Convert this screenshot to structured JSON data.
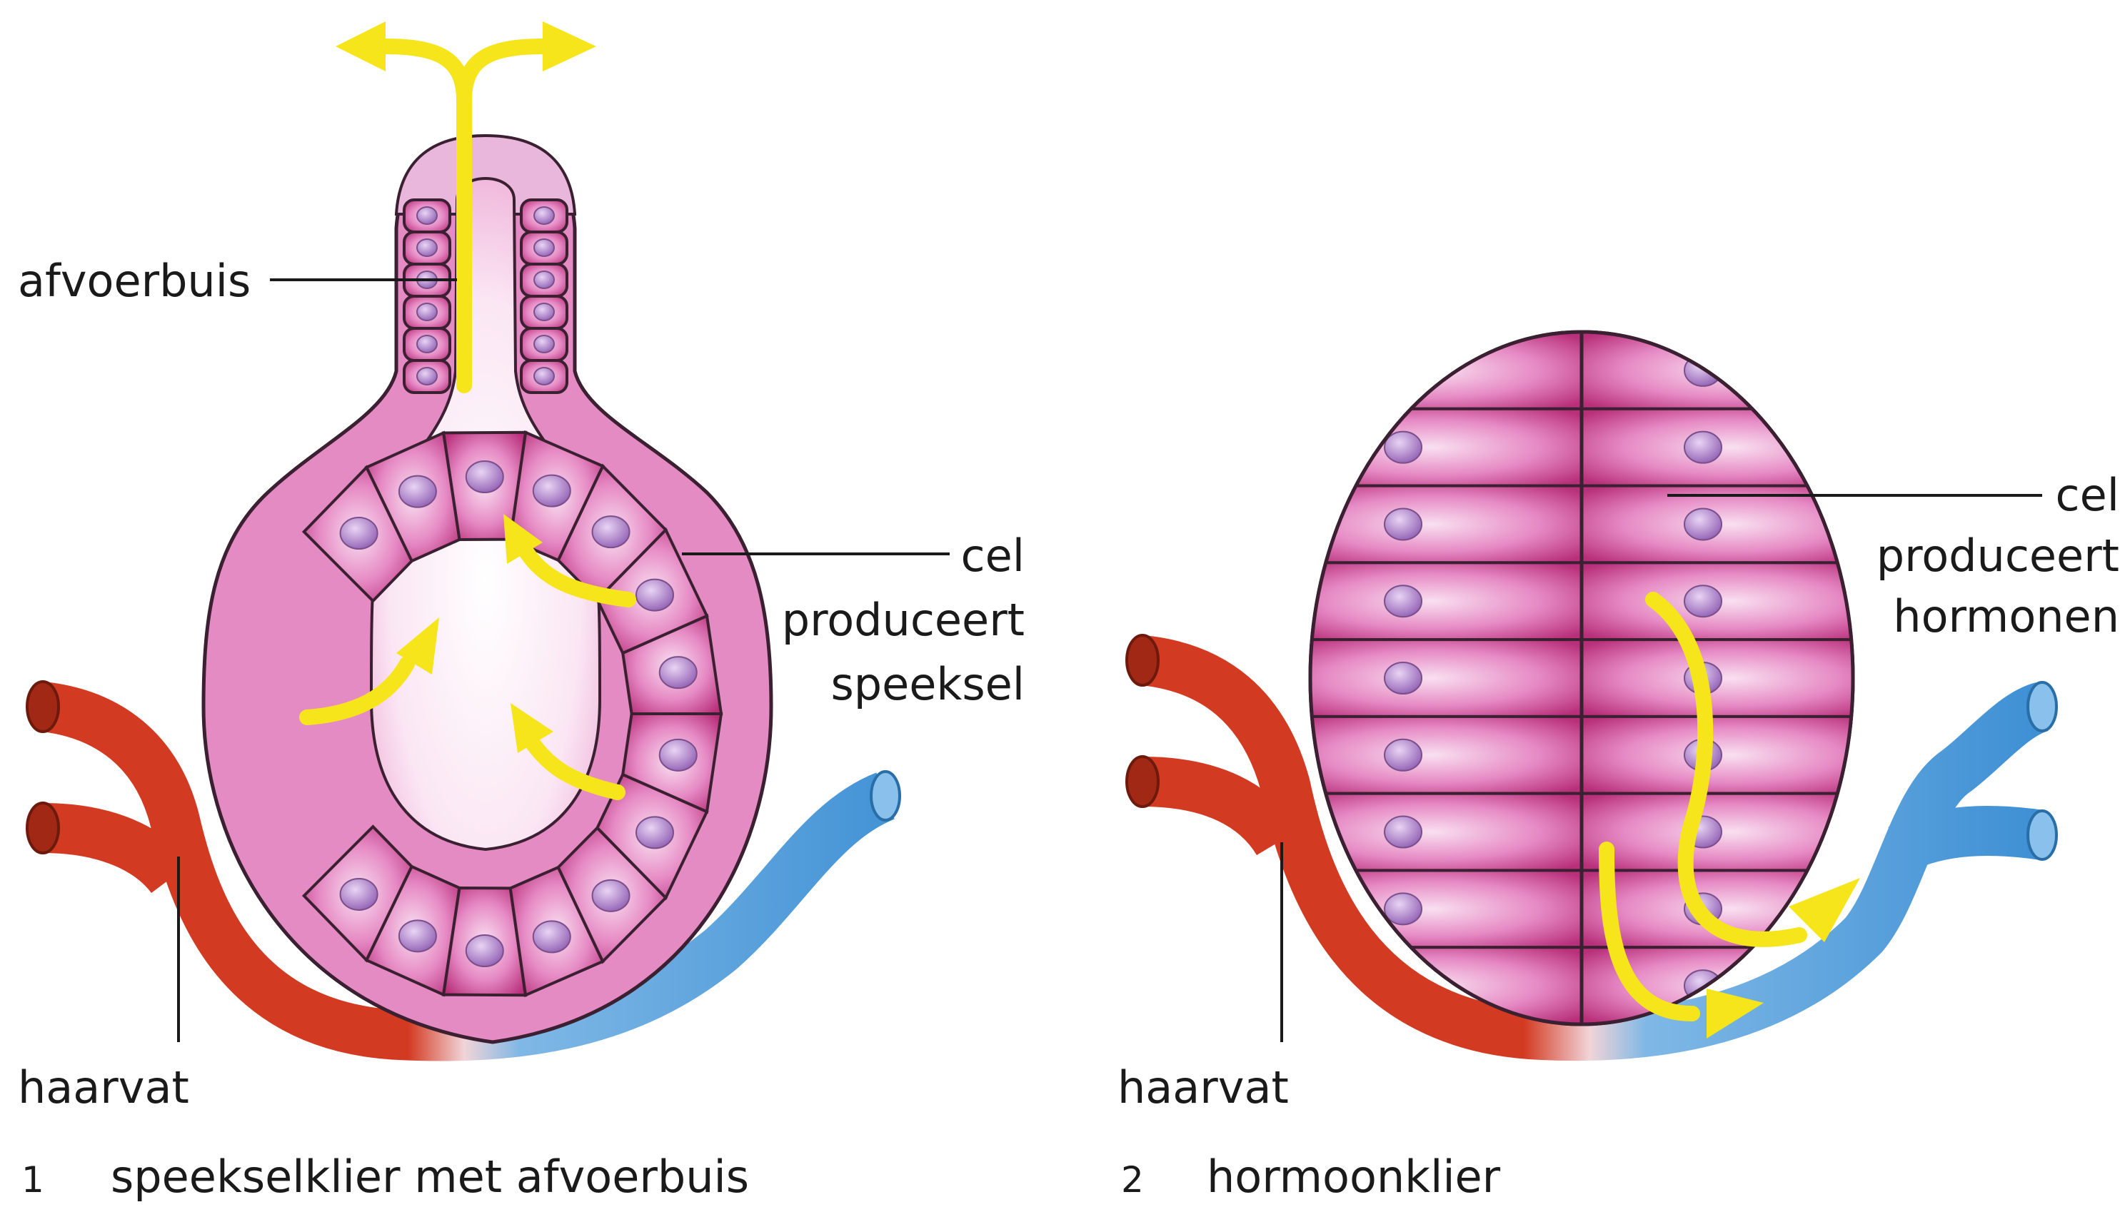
{
  "colors": {
    "artery": "#d33a22",
    "vein": "#3d8fd4",
    "cell_light": "#f7d6ee",
    "cell_dark": "#c2387e",
    "nucleus": "#9b6ab8",
    "secretion_arrow": "#f6e51b",
    "lumen": "#fbeaf6"
  },
  "icons": [
    "yellow-arrow",
    "capillary-tube",
    "gland-cell",
    "cell-nucleus"
  ],
  "panel1": {
    "number": "1",
    "caption": "speekselklier met afvoerbuis",
    "label_duct": "afvoerbuis",
    "label_cell_lines": [
      "cel",
      "produceert",
      "speeksel"
    ],
    "label_capillary": "haarvat"
  },
  "panel2": {
    "number": "2",
    "caption": "hormoonklier",
    "label_cell_lines": [
      "cel",
      "produceert",
      "hormonen"
    ],
    "label_capillary": "haarvat"
  }
}
